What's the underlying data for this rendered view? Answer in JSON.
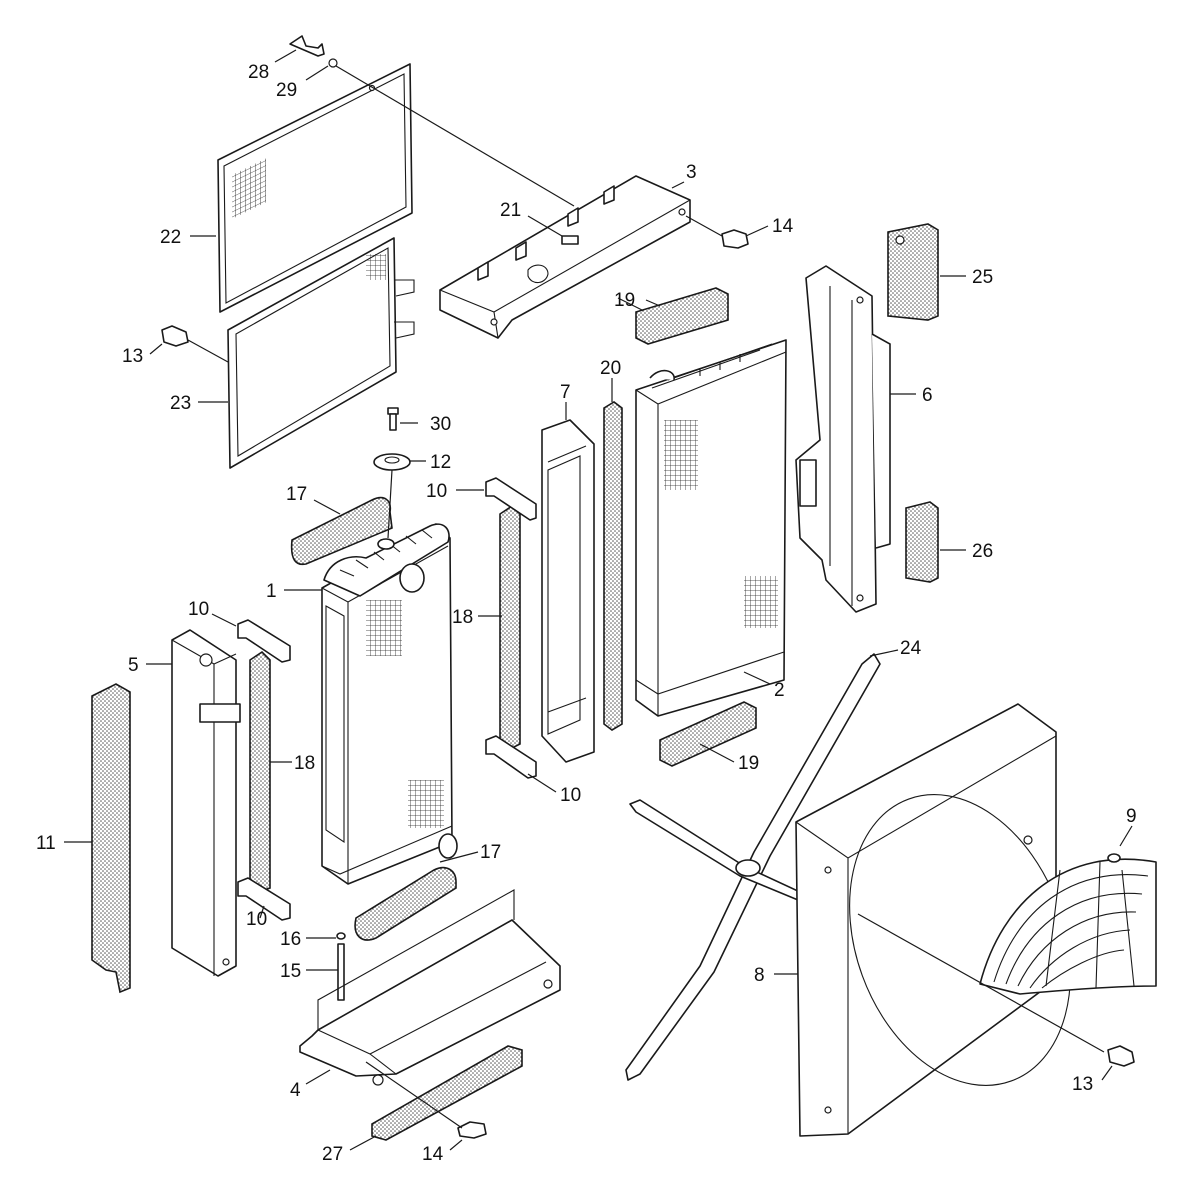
{
  "diagram": {
    "colors": {
      "line": "#1a1a1a",
      "background": "#ffffff",
      "foam": "#9a9a9a"
    },
    "callouts": [
      {
        "id": "c28",
        "label": "28"
      },
      {
        "id": "c29",
        "label": "29"
      },
      {
        "id": "c3",
        "label": "3"
      },
      {
        "id": "c21",
        "label": "21"
      },
      {
        "id": "c14a",
        "label": "14"
      },
      {
        "id": "c22",
        "label": "22"
      },
      {
        "id": "c25",
        "label": "25"
      },
      {
        "id": "c19a",
        "label": "19"
      },
      {
        "id": "c13a",
        "label": "13"
      },
      {
        "id": "c20",
        "label": "20"
      },
      {
        "id": "c23",
        "label": "23"
      },
      {
        "id": "c7",
        "label": "7"
      },
      {
        "id": "c6",
        "label": "6"
      },
      {
        "id": "c30",
        "label": "30"
      },
      {
        "id": "c12",
        "label": "12"
      },
      {
        "id": "c10a",
        "label": "10"
      },
      {
        "id": "c17a",
        "label": "17"
      },
      {
        "id": "c26",
        "label": "26"
      },
      {
        "id": "c1",
        "label": "1"
      },
      {
        "id": "c10b",
        "label": "10"
      },
      {
        "id": "c18a",
        "label": "18"
      },
      {
        "id": "c5",
        "label": "5"
      },
      {
        "id": "c24",
        "label": "24"
      },
      {
        "id": "c2",
        "label": "2"
      },
      {
        "id": "c18b",
        "label": "18"
      },
      {
        "id": "c19b",
        "label": "19"
      },
      {
        "id": "c10c",
        "label": "10"
      },
      {
        "id": "c9",
        "label": "9"
      },
      {
        "id": "c11",
        "label": "11"
      },
      {
        "id": "c17b",
        "label": "17"
      },
      {
        "id": "c16",
        "label": "16"
      },
      {
        "id": "c10d",
        "label": "10"
      },
      {
        "id": "c15",
        "label": "15"
      },
      {
        "id": "c8",
        "label": "8"
      },
      {
        "id": "c4",
        "label": "4"
      },
      {
        "id": "c13b",
        "label": "13"
      },
      {
        "id": "c27",
        "label": "27"
      },
      {
        "id": "c14b",
        "label": "14"
      }
    ]
  }
}
